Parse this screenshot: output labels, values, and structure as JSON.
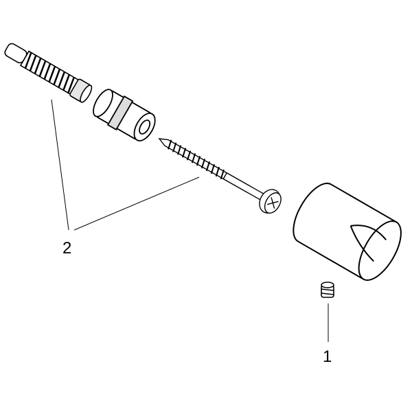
{
  "callouts": [
    {
      "number": "1",
      "part": "set-screw"
    },
    {
      "number": "2",
      "part": "wall-plug-and-screw"
    }
  ],
  "colors": {
    "line": "#000000",
    "background": "#ffffff",
    "shade": "#cfcfcf"
  }
}
